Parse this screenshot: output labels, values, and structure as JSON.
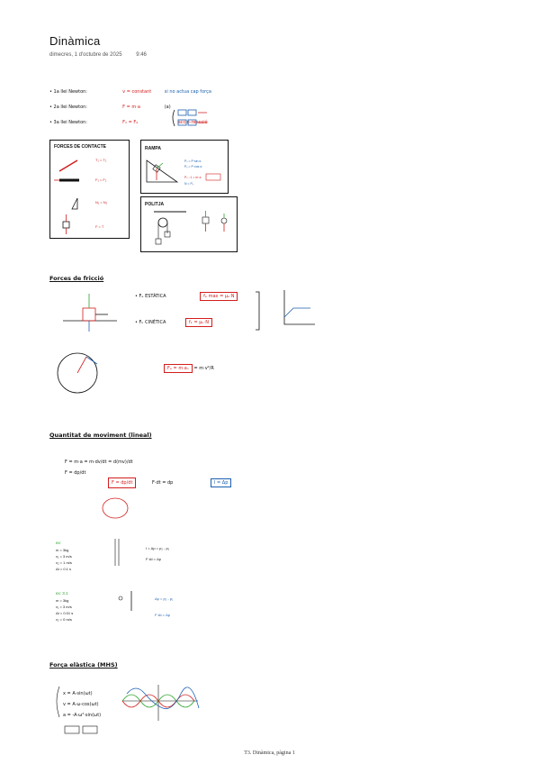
{
  "page": {
    "title": "Dinàmica",
    "date": "dimecres, 1 d'octubre de 2025",
    "time": "9:46",
    "footer": "T3. Dinàmica, pàgina 1"
  },
  "sections": {
    "friccio": "Forces de fricció",
    "moviment": "Quantitat de moviment (lineal)",
    "elastica": "Força elàstica (MHS)"
  },
  "laws": [
    {
      "label": "1a llei Newton:",
      "formula": "v = constant",
      "note": "si no actua cap força"
    },
    {
      "label": "2a llei Newton:",
      "formula": "F = m·a",
      "note": "(a)"
    },
    {
      "label": "3a llei Newton:",
      "formula": "F₁ = F₂",
      "note": "acció-reacció"
    }
  ],
  "boxes": {
    "contacte": "FORCES DE CONTACTE",
    "rampa": "RAMPA",
    "politja": "POLITJA"
  },
  "formulas": {
    "estatica": "Fₑ ESTÀTICA",
    "cinetica": "Fₖ CINÈTICA",
    "estatica_eq": "fₑ max = μₑ·N",
    "cinetica_eq": "fₖ = μₖ·N",
    "circular": "Fₑ = m·aₙ",
    "circular_eq": "= m·v²/R",
    "momentum1": "F = m·a = m·dv/dt = d(mv)/dt",
    "momentum2": "F = dp/dt",
    "momentum3": "F·dt = dp",
    "impuls": "I = Δp",
    "elastic_x": "x = A·sin(ωt)",
    "elastic_v": "v = A·ω·cos(ωt)",
    "elastic_a": "a = -A·ω²·sin(ωt)"
  },
  "colors": {
    "red": "#d31d1d",
    "blue": "#1b5fb0",
    "green": "#2aa12a",
    "ink": "#111111"
  }
}
